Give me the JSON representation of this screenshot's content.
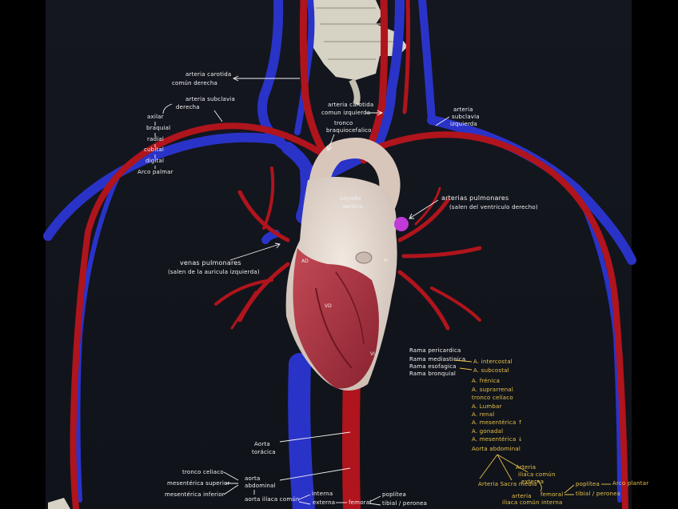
{
  "colors": {
    "background": "#12151c",
    "artery": "#b0141c",
    "artery_dark": "#7d0c12",
    "vein": "#2a33c8",
    "vein_dark": "#1a2090",
    "heart": "#e8ddd4",
    "muscle": "#a8323f",
    "bone": "#d6d2c4",
    "pulmonary_valve": "#c03ad8",
    "annotation_white": "#f2f2f2",
    "annotation_yellow": "#e8c34a"
  },
  "labels": {
    "carotida_der_1": "arteria carotida",
    "carotida_der_2": "común derecha",
    "subclavia_der_1": "arteria subclavia",
    "subclavia_der_2": "derecha",
    "axilar": "axilar",
    "braquial": "braquial",
    "radial": "radial",
    "cubital": "cubital",
    "digital": "digital",
    "arco_palmar": "Arco palmar",
    "carotida_izq_1": "arteria carotida",
    "carotida_izq_2": "comun izquierda",
    "tronco_1": "tronco",
    "tronco_2": "braquiocefalico",
    "subclavia_izq_1": "arteria",
    "subclavia_izq_2": "subclavia",
    "subclavia_izq_3": "izquierda",
    "cayado_1": "cayado",
    "cayado_2": "aortico",
    "pulmonares_1": "arterias pulmonares",
    "pulmonares_2": "(salen del ventriculo derecho)",
    "venas_1": "venas pulmonares",
    "venas_2": "(salen de la auricula izquierda)",
    "ad": "AD",
    "ai": "AI",
    "vd": "VD",
    "vi": "VI",
    "aorta_toracica_1": "Aorta",
    "aorta_toracica_2": "torácica",
    "tronco_celiaco": "tronco celiaco",
    "mes_superior": "mesentérica superior",
    "mes_inferior": "mesentérica inferior",
    "aorta_abd_1": "aorta",
    "aorta_abd_2": "abdominal",
    "iliaca_comun": "aorta ilíaca común",
    "interna": "interna",
    "externa": "externa",
    "femoral": "femoral",
    "popliteal": "poplítea",
    "tibial": "tibial / peronea"
  },
  "aorta_branches": {
    "left": [
      "Rama pericardica",
      "Rama mediastinica",
      "Rama esofagica",
      "Rama bronquial"
    ],
    "right": [
      "A. intercostal",
      "A. subcostal",
      "A. frénica",
      "A. suprarrenal",
      "tronco celíaco",
      "A. Lumbar",
      "A. renal",
      "A. mesentérica ↑",
      "A. gonadal",
      "A. mesentérica ↓",
      "Aorta abdominal"
    ]
  },
  "iliac_tree": {
    "sacra": "Arteria Sacra media",
    "iliaca_ext_1": "Arteria",
    "iliaca_ext_2": "iliaca común",
    "iliaca_ext_3": "externa",
    "iliaca_int_1": "arteria",
    "iliaca_int_2": "iliaca común interna",
    "femoral": "femoral",
    "poplitea": "poplítea",
    "tibial": "tibial / peronea",
    "arco_plantar": "Arco plantar"
  }
}
